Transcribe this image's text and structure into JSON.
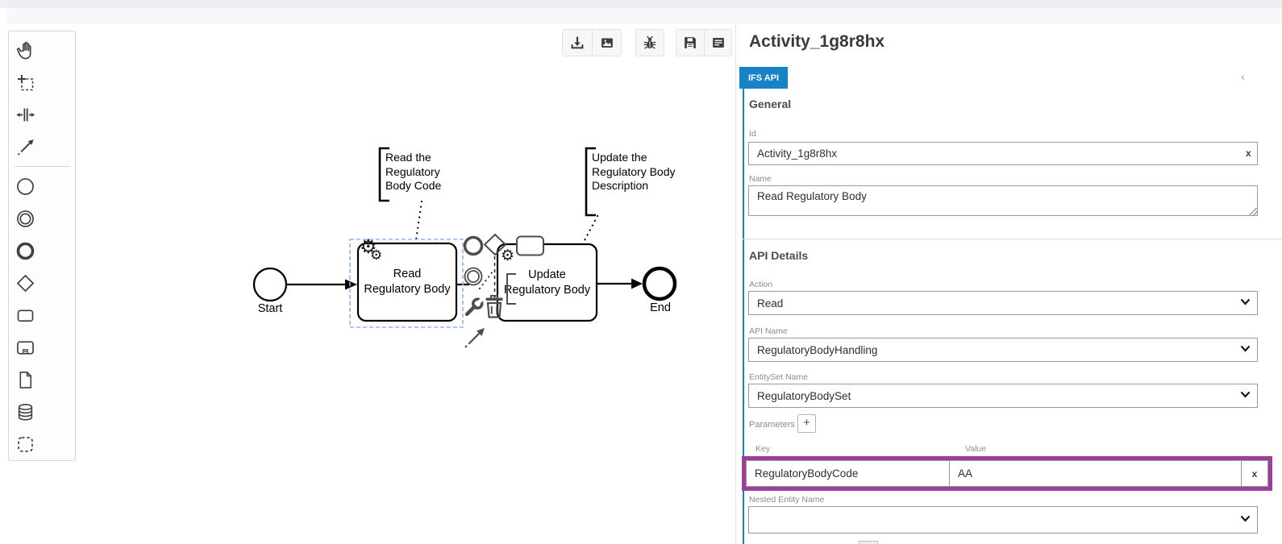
{
  "toolbar": {
    "buttons": [
      {
        "name": "download",
        "icon": "download-icon"
      },
      {
        "name": "export-image",
        "icon": "image-icon"
      },
      {
        "name": "debug",
        "icon": "bug-icon"
      },
      {
        "name": "save",
        "icon": "save-icon"
      },
      {
        "name": "form",
        "icon": "form-icon"
      }
    ]
  },
  "palette": {
    "tools": [
      "hand-tool",
      "lasso-tool",
      "space-tool",
      "global-connect-tool",
      "create-start-event",
      "create-intermediate-event",
      "create-end-event",
      "create-gateway",
      "create-task",
      "create-subprocess",
      "create-data-object",
      "create-data-store",
      "create-group"
    ]
  },
  "diagram": {
    "start_label": "Start",
    "end_label": "End",
    "tasks": [
      {
        "label": "Read\nRegulatory Body",
        "marker": "service-task-gears"
      },
      {
        "label": "Update\nRegulatory Body",
        "marker": "service-task-gears"
      }
    ],
    "annotations": [
      {
        "lines": [
          "Read the",
          "Regulatory",
          "Body Code"
        ]
      },
      {
        "lines": [
          "Update the",
          "Regulatory Body",
          "Description"
        ]
      }
    ],
    "gear_glyph": "⚙"
  },
  "panel": {
    "title": "Activity_1g8r8hx",
    "tab_label": "IFS API",
    "collapse_icon": "‹",
    "general": {
      "heading": "General",
      "id_label": "Id",
      "id_value": "Activity_1g8r8hx",
      "id_clear": "x",
      "name_label": "Name",
      "name_value": "Read Regulatory Body"
    },
    "api_details": {
      "heading": "API Details",
      "action_label": "Action",
      "action_value": "Read",
      "api_name_label": "API Name",
      "api_name_value": "RegulatoryBodyHandling",
      "entityset_label": "EntitySet Name",
      "entityset_value": "RegulatoryBodySet",
      "parameters_label": "Parameters",
      "add_button": "+",
      "key_header": "Key",
      "value_header": "Value",
      "parameters": [
        {
          "key": "RegulatoryBodyCode",
          "value": "AA",
          "remove": "x"
        }
      ],
      "nested_label": "Nested Entity Name",
      "nested_value": ""
    }
  },
  "colors": {
    "tab_blue": "#1583c5",
    "highlight_purple": "#9b3f98",
    "selection_blue": "#8fb6f0"
  }
}
